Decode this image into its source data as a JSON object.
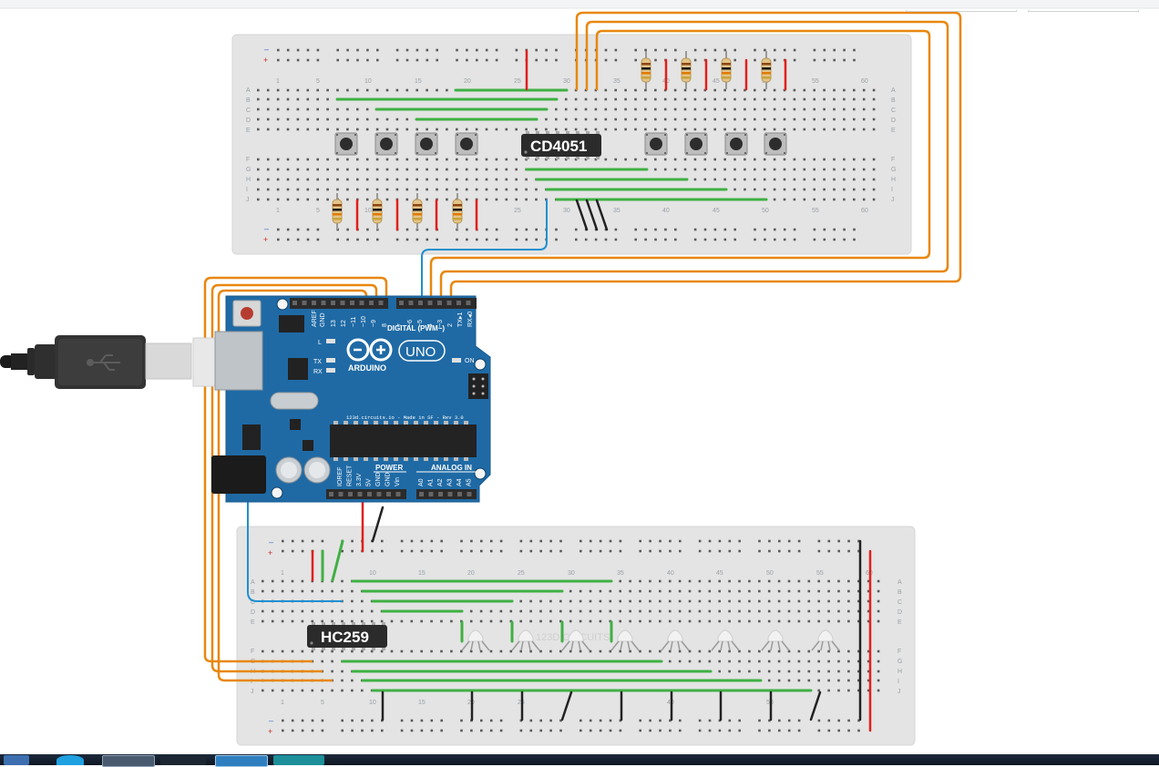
{
  "breadboard_top": {
    "ic_label": "CD4051",
    "row_letters": [
      "A",
      "B",
      "C",
      "D",
      "E",
      "F",
      "G",
      "H",
      "I",
      "J"
    ],
    "col_numbers": [
      "1",
      "5",
      "10",
      "15",
      "20",
      "25",
      "30",
      "35",
      "40",
      "45",
      "50",
      "55",
      "60"
    ]
  },
  "breadboard_bottom": {
    "ic_label": "HC259",
    "row_letters": [
      "A",
      "B",
      "C",
      "D",
      "E",
      "F",
      "G",
      "H",
      "I",
      "J"
    ],
    "col_numbers": [
      "1",
      "5",
      "10",
      "15",
      "20",
      "25",
      "30",
      "35",
      "40",
      "45",
      "50",
      "55",
      "60"
    ],
    "watermark": "123D CIRCUITS"
  },
  "arduino": {
    "brand": "ARDUINO",
    "model": "UNO",
    "digital_label": "DIGITAL (PWM~)",
    "power_label": "POWER",
    "analog_label": "ANALOG IN",
    "on_label": "ON",
    "l_label": "L",
    "tx_label": "TX",
    "rx_label": "RX",
    "footer_text": "123d.circuits.io - Made in SF - Rev 3.0",
    "top_pins": [
      "AREF",
      "GND",
      "13",
      "12",
      "~11",
      "~10",
      "~9",
      "8",
      "7",
      "~6",
      "~5",
      "4",
      "~3",
      "2",
      "TX▸1",
      "RX◂0"
    ],
    "power_pins": [
      "IOREF",
      "RESET",
      "3.3V",
      "5V",
      "GND",
      "GND",
      "Vin"
    ],
    "analog_pins": [
      "A0",
      "A1",
      "A2",
      "A3",
      "A4",
      "A5"
    ]
  },
  "colors": {
    "wire_orange": "#e8870e",
    "wire_green": "#3fb043",
    "wire_blue": "#1e90d0",
    "wire_red": "#e0201b",
    "wire_black": "#222222",
    "arduino_blue": "#1f6aa5"
  }
}
